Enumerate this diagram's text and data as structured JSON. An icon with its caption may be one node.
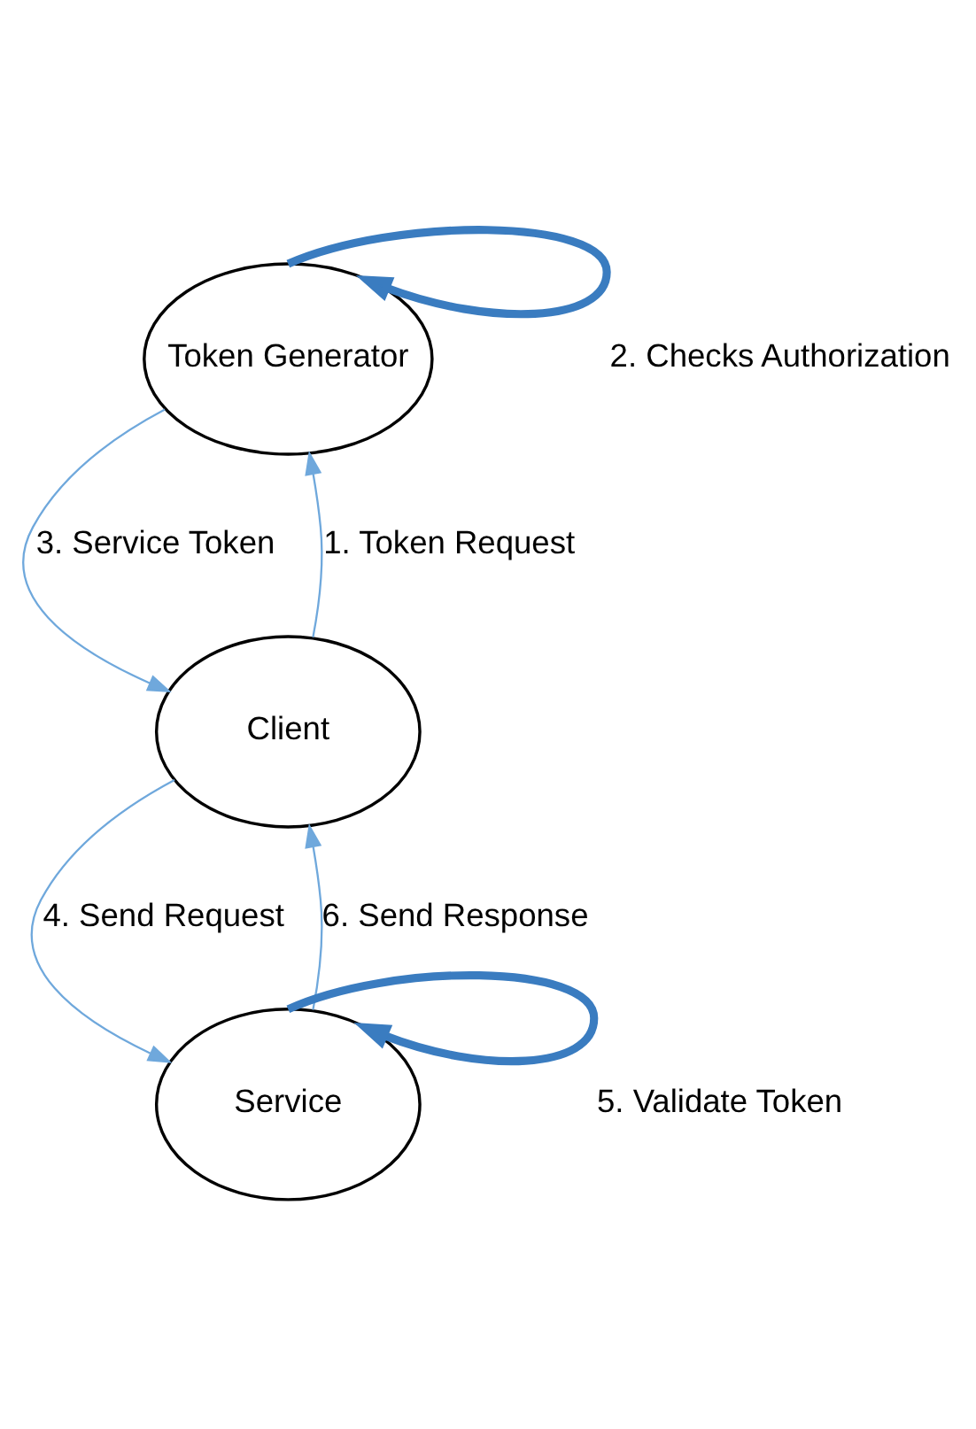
{
  "diagram": {
    "nodes": [
      {
        "text": [
          "Token Generator"
        ]
      },
      {
        "text": [
          "Client"
        ]
      },
      {
        "text": [
          "Service"
        ]
      }
    ],
    "edges": [
      {
        "from": 1,
        "to": 0,
        "arrow": "to",
        "label": "1. Token Request"
      },
      {
        "from": 0,
        "to": 0,
        "arrow": "to",
        "label": "2. Checks Authorization",
        "style": "thick",
        "color": "#3a7cc0"
      },
      {
        "from": 0,
        "to": 1,
        "arrow": "to",
        "label": "3. Service Token"
      },
      {
        "from": 1,
        "to": 2,
        "arrow": "to",
        "label": "4. Send Request"
      },
      {
        "from": 2,
        "to": 2,
        "arrow": "to",
        "label": "5. Validate Token",
        "style": "thick",
        "color": "#3a7cc0"
      },
      {
        "from": 2,
        "to": 1,
        "arrow": "to",
        "label": "6. Send Response"
      }
    ]
  }
}
